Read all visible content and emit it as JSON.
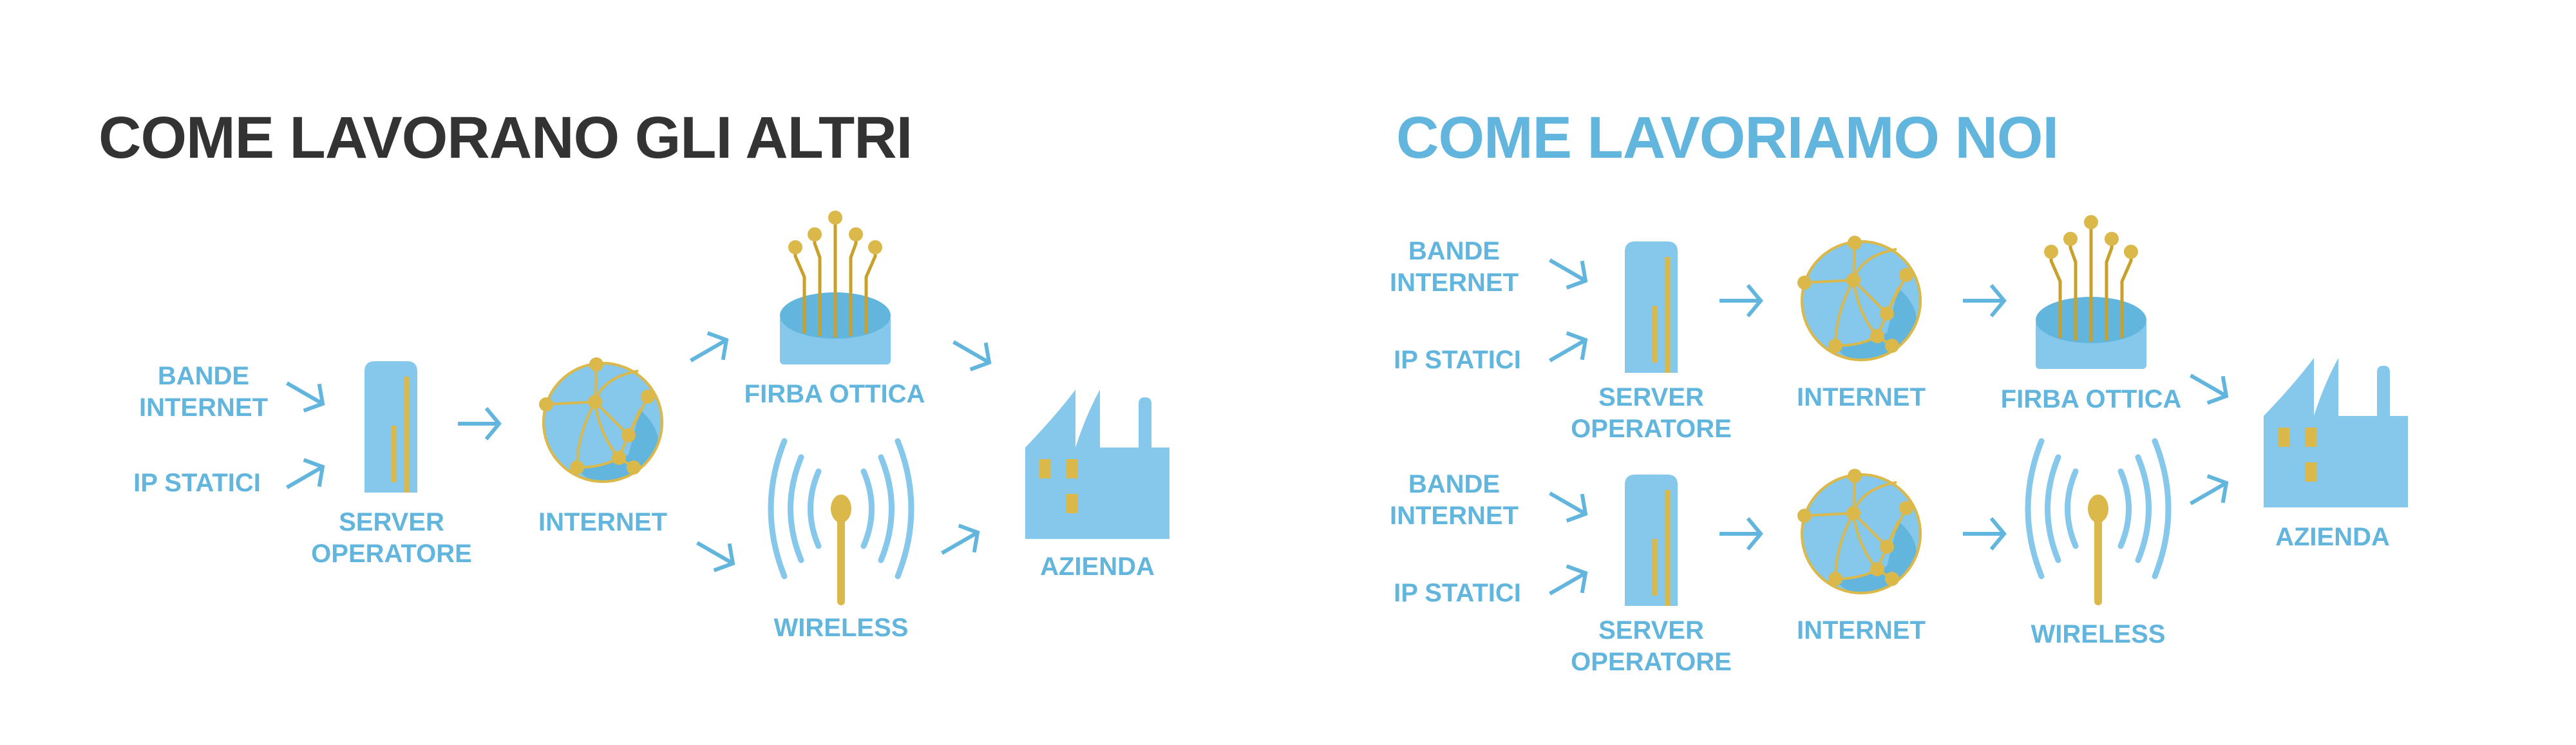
{
  "colors": {
    "title_dark": "#333333",
    "accent_blue": "#62b5dd",
    "icon_blue": "#86c7ec",
    "dark_blue": "#62b5dd",
    "gold": "#dbb84a"
  },
  "left": {
    "title": "COME LAVORANO GLI ALTRI",
    "bande": [
      "BANDE",
      "INTERNET"
    ],
    "ip": "IP STATICI",
    "server": [
      "SERVER",
      "OPERATORE"
    ],
    "internet": "INTERNET",
    "fibra": "FIRBA OTTICA",
    "wireless": "WIRELESS",
    "azienda": "AZIENDA"
  },
  "right": {
    "title": "COME LAVORIAMO NOI",
    "row1": {
      "bande": [
        "BANDE",
        "INTERNET"
      ],
      "ip": "IP STATICI",
      "server": [
        "SERVER",
        "OPERATORE"
      ],
      "internet": "INTERNET",
      "fibra": "FIRBA OTTICA"
    },
    "row2": {
      "bande": [
        "BANDE",
        "INTERNET"
      ],
      "ip": "IP STATICI",
      "server": [
        "SERVER",
        "OPERATORE"
      ],
      "internet": "INTERNET",
      "wireless": "WIRELESS"
    },
    "azienda": "AZIENDA"
  }
}
